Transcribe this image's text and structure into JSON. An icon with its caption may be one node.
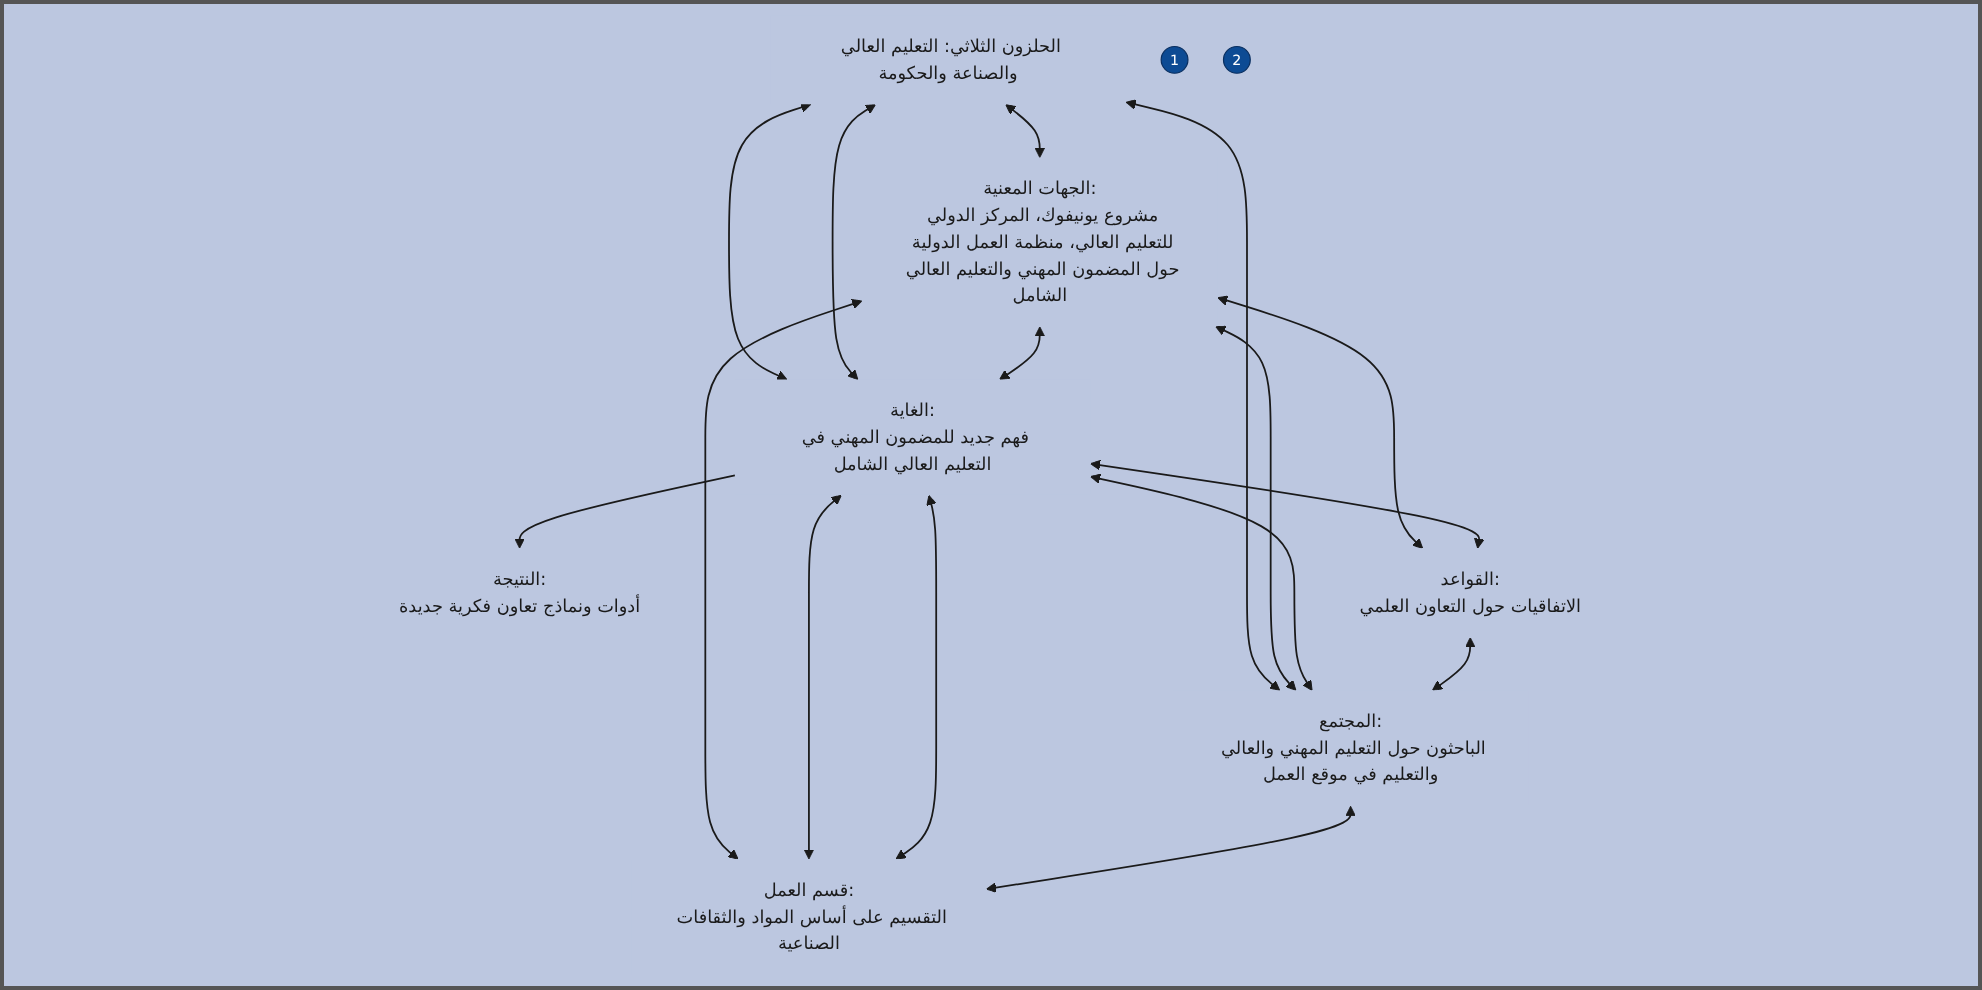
{
  "diagram": {
    "nodes": [
      {
        "text": [
          "الحلزون الثلاثي: التعليم العالي والصناعة والحكومة"
        ]
      },
      {
        "text": [
          "الجهات المعنية:",
          "مشروع يونيفوك، المركز الدولي للتعليم العالي، منظمة العمل الدولية حول المضمون المهني والتعليم العالي الشامل"
        ]
      },
      {
        "text": [
          "الغاية:",
          "فهم جديد للمضمون المهني في التعليم العالي الشامل"
        ]
      },
      {
        "text": [
          "النتيجة:",
          "أدوات ونماذج تعاون فكرية جديدة"
        ]
      },
      {
        "text": [
          "القواعد:",
          "الاتفاقيات حول التعاون العلمي"
        ]
      },
      {
        "text": [
          "المجتمع:",
          "الباحثون حول التعليم المهني والعالي والتعليم في موقع العمل"
        ]
      },
      {
        "text": [
          "قسم العمل:",
          "التقسيم على أساس المواد والثقافات الصناعية"
        ]
      },
      {
        "text": [
          "1"
        ]
      },
      {
        "text": [
          "2"
        ]
      }
    ],
    "edges": [
      {
        "from": 0,
        "to": 1,
        "arrow": "both"
      },
      {
        "from": 0,
        "to": 5,
        "arrow": "both"
      },
      {
        "from": 0,
        "to": 2,
        "arrow": "both"
      },
      {
        "from": 0,
        "to": 2,
        "arrow": "both"
      },
      {
        "from": 1,
        "to": 2,
        "arrow": "both"
      },
      {
        "from": 2,
        "to": 3,
        "arrow": "to"
      },
      {
        "from": 1,
        "to": 4,
        "arrow": "both"
      },
      {
        "from": 1,
        "to": 5,
        "arrow": "both"
      },
      {
        "from": 1,
        "to": 6,
        "arrow": "both"
      },
      {
        "from": 2,
        "to": 4,
        "arrow": "both"
      },
      {
        "from": 2,
        "to": 5,
        "arrow": "both"
      },
      {
        "from": 2,
        "to": 6,
        "arrow": "both"
      },
      {
        "from": 2,
        "to": 6,
        "arrow": "both"
      },
      {
        "from": 4,
        "to": 5,
        "arrow": "both"
      },
      {
        "from": 5,
        "to": 6,
        "arrow": "both"
      }
    ]
  }
}
